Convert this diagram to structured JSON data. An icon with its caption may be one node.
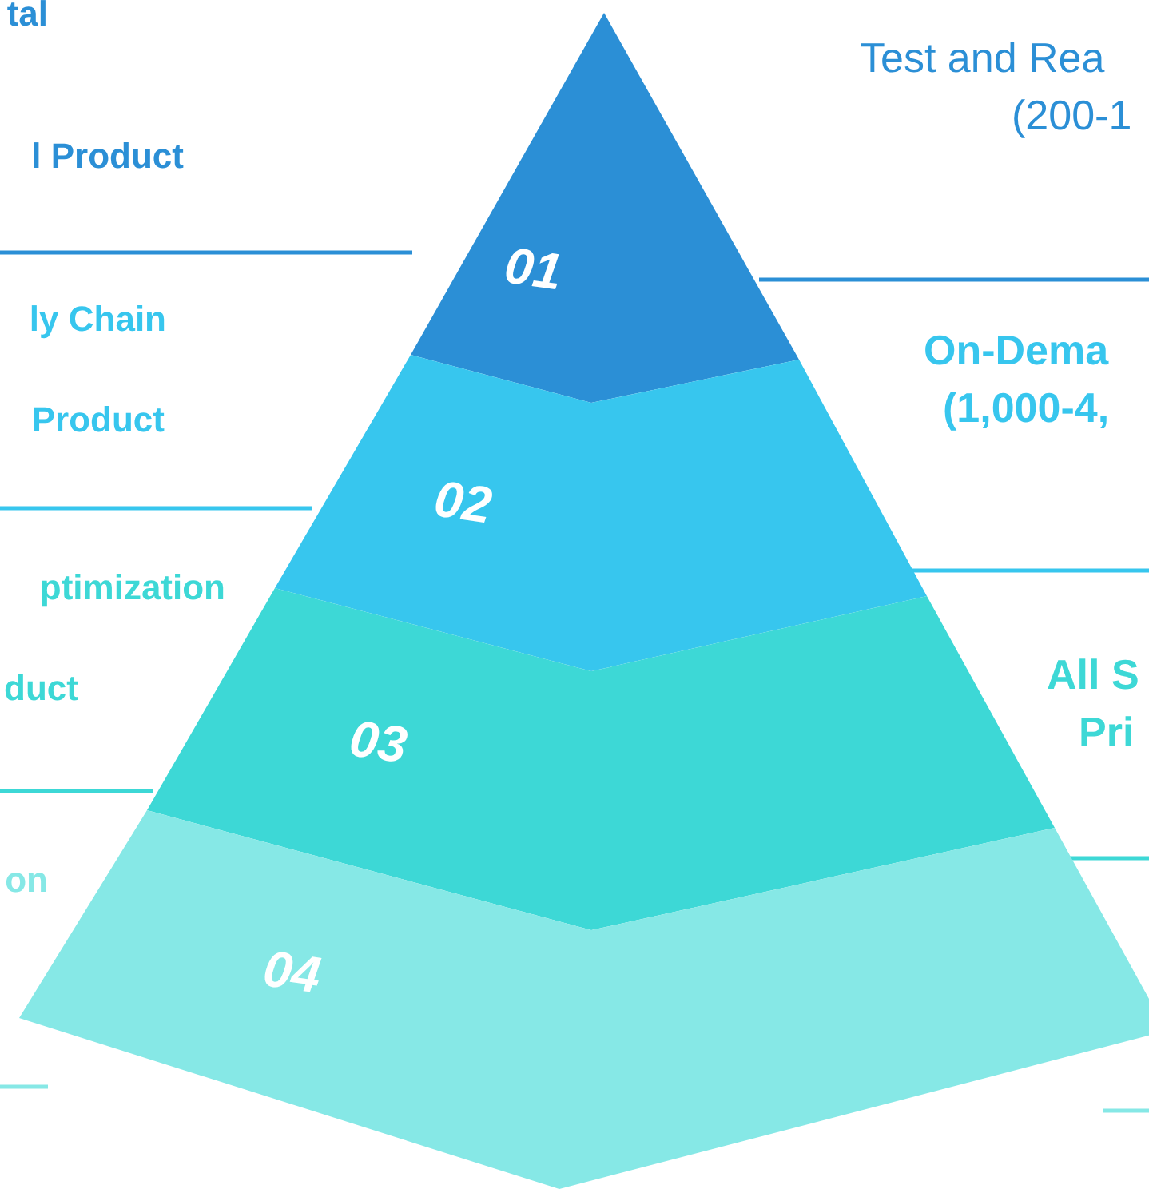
{
  "diagram": {
    "nodes": [
      {
        "text": [
          "01"
        ]
      },
      {
        "text": [
          "02"
        ]
      },
      {
        "text": [
          "03"
        ]
      },
      {
        "text": [
          "04"
        ]
      }
    ],
    "labels": [
      "tal",
      "Test and Rea",
      "(200-1",
      "l Product",
      "ly Chain",
      "On-Dema",
      "(1,000-4,",
      "Product",
      "ptimization",
      "All S",
      "Pri",
      "duct",
      "on"
    ]
  }
}
